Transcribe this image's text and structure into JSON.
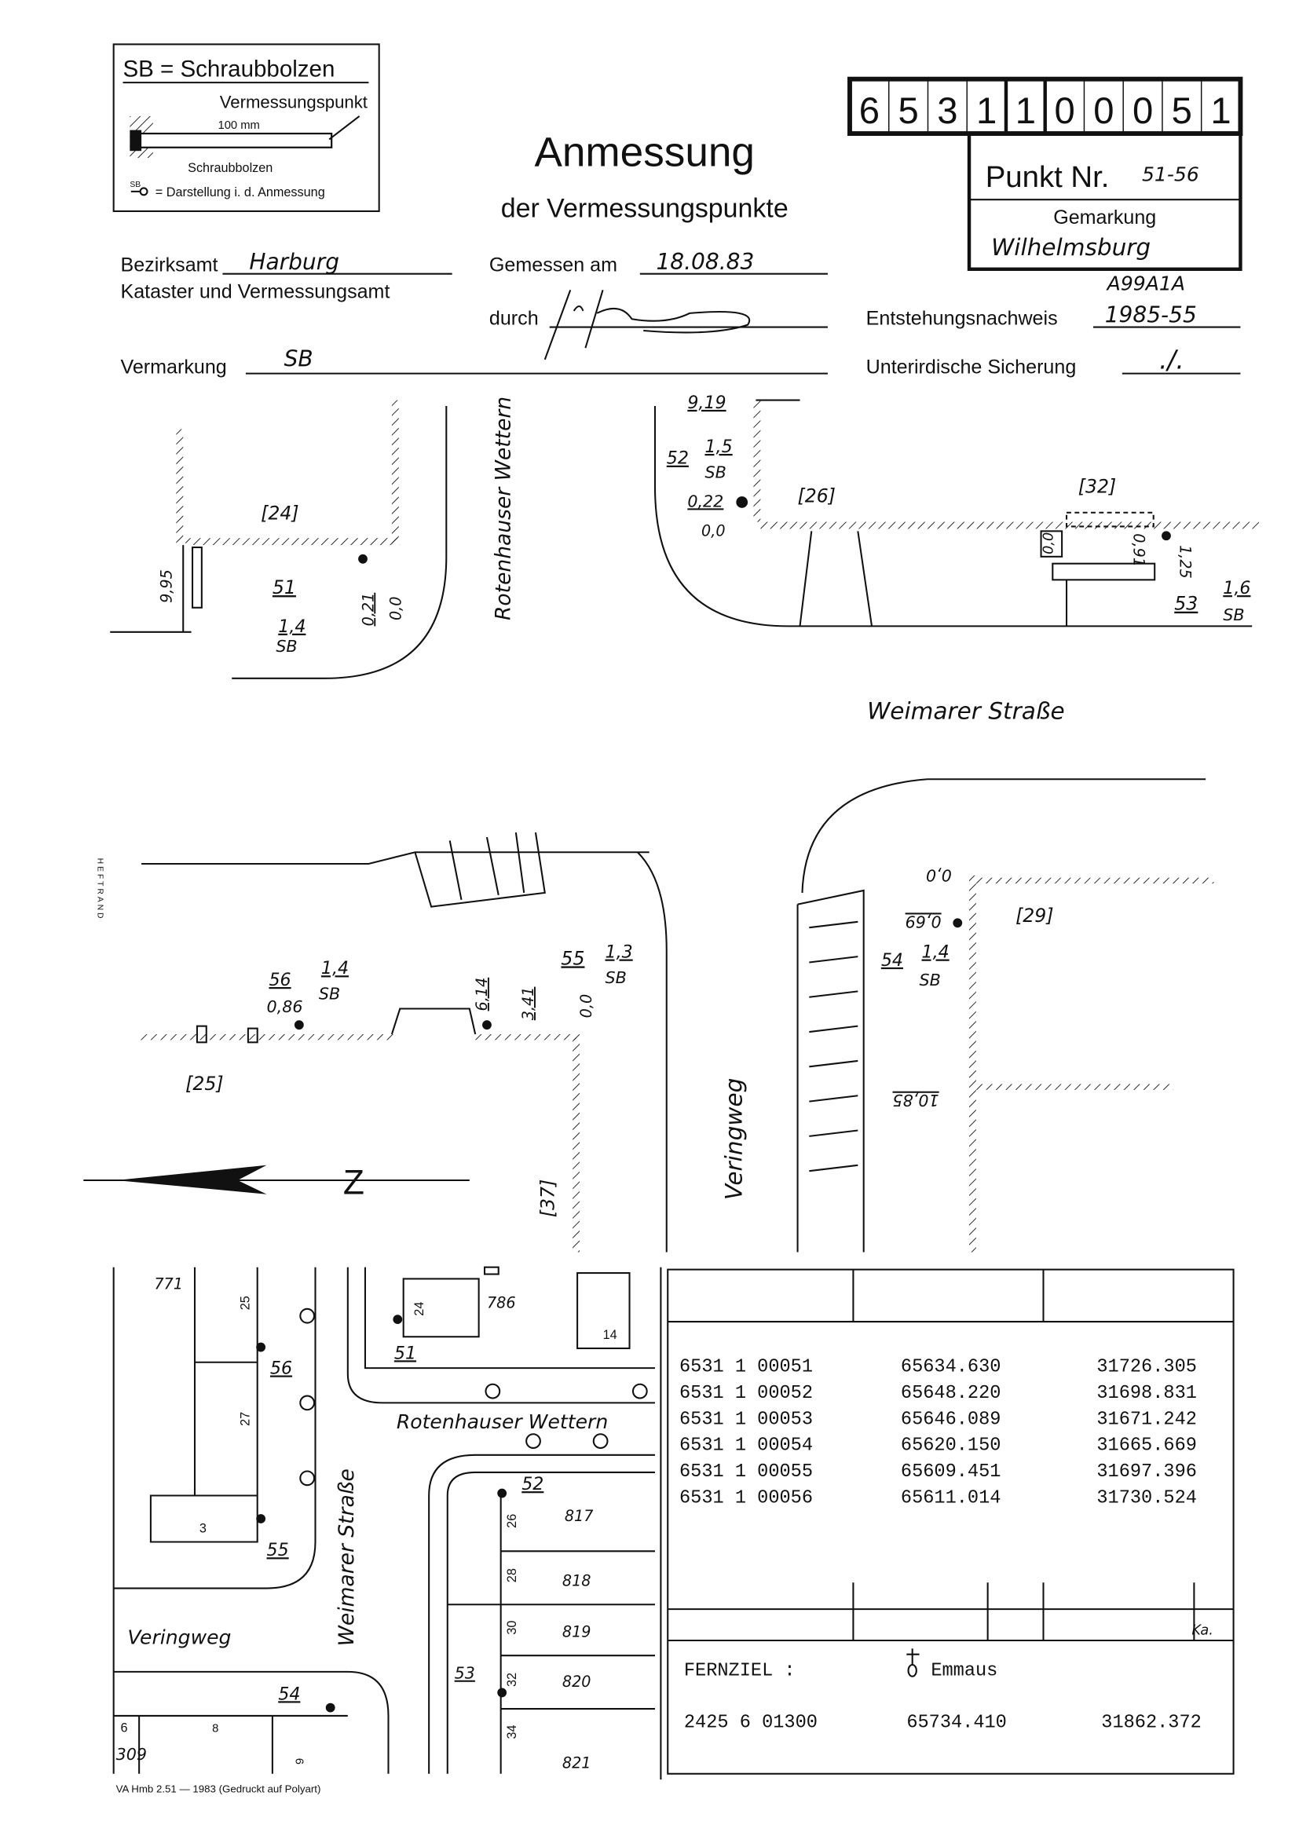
{
  "legend": {
    "title": "SB = Schraubbolzen",
    "point_label": "Vermessungspunkt",
    "length_label": "100 mm",
    "bolt_label": "Schraubbolzen",
    "symbol_abbr": "SB",
    "symbol_desc": "= Darstellung i. d. Anmessung"
  },
  "header": {
    "title": "Anmessung",
    "subtitle": "der Vermessungspunkte",
    "number_digits": [
      "6",
      "5",
      "3",
      "1",
      "1",
      "0",
      "0",
      "0",
      "5",
      "1"
    ],
    "punkt_label": "Punkt Nr.",
    "punkt_value": "51-56",
    "gemarkung_label": "Gemarkung",
    "gemarkung_value": "Wilhelmsburg"
  },
  "fields": {
    "bezirksamt_label": "Bezirksamt",
    "bezirksamt_value": "Harburg",
    "kataster_label": "Kataster und Vermessungsamt",
    "gemessen_label": "Gemessen am",
    "gemessen_value": "18.08.83",
    "durch_label": "durch",
    "entstehung_label": "Entstehungsnachweis",
    "entstehung_value": "1985-55",
    "entstehung_note": "A99A1A",
    "vermarkung_label": "Vermarkung",
    "vermarkung_value": "SB",
    "unterirdisch_label": "Unterirdische Sicherung",
    "unterirdisch_value": "./."
  },
  "sketch": {
    "b24": "[24]",
    "p51": "51",
    "p51_mark": "1,4",
    "p51_sb": "SB",
    "d995": "9,95",
    "d021": "0,21",
    "d00a": "0,0",
    "street_rot": "Rotenhauser Wettern",
    "d919": "9,19",
    "p52": "52",
    "p52_mark": "1,5",
    "p52_sb": "SB",
    "d022": "0,22",
    "d00b": "0,0",
    "b26": "[26]",
    "b32": "[32]",
    "d00c": "0,0",
    "d091": "0,91",
    "d125": "1,25",
    "p53": "53",
    "p53_mark": "1,6",
    "p53_sb": "SB",
    "street_weimarer": "Weimarer Straße",
    "d00d": "0,0",
    "d069": "0,69",
    "b29": "[29]",
    "p54": "54",
    "p54_mark": "1,4",
    "p54_sb": "SB",
    "d1085": "10,85",
    "street_vering": "Veringweg",
    "p56": "56",
    "p56_mark": "1,4",
    "p56_sb": "SB",
    "d086": "0,86",
    "b25": "[25]",
    "d614": "6,14",
    "d341": "3,41",
    "p55": "55",
    "p55_mark": "1,3",
    "p55_sb": "SB",
    "d00e": "0,0",
    "b37": "[37]",
    "north": "Z",
    "heftrand": "HEFTRAND"
  },
  "map": {
    "l771": "771",
    "l25": "25",
    "l56": "56",
    "l27": "27",
    "l3": "3",
    "l55": "55",
    "l24": "24",
    "l786": "786",
    "l14": "14",
    "l51": "51",
    "street_rot": "Rotenhauser Wettern",
    "street_weimarer": "Weimarer Straße",
    "street_vering": "Veringweg",
    "l52": "52",
    "l26": "26",
    "l817": "817",
    "l28": "28",
    "l818": "818",
    "l30": "30",
    "l819": "819",
    "l53": "53",
    "l32": "32",
    "l820": "820",
    "l34": "34",
    "l821": "821",
    "l54": "54",
    "l6": "6",
    "l309": "309",
    "l8": "8",
    "l9": "9"
  },
  "coordinates": {
    "rows": [
      {
        "id": "6531 1 00051",
        "x": "65634.630",
        "y": "31726.305"
      },
      {
        "id": "6531 1 00052",
        "x": "65648.220",
        "y": "31698.831"
      },
      {
        "id": "6531 1 00053",
        "x": "65646.089",
        "y": "31671.242"
      },
      {
        "id": "6531 1 00054",
        "x": "65620.150",
        "y": "31665.669"
      },
      {
        "id": "6531 1 00055",
        "x": "65609.451",
        "y": "31697.396"
      },
      {
        "id": "6531 1 00056",
        "x": "65611.014",
        "y": "31730.524"
      }
    ],
    "fernziel_label": "FERNZIEL   :",
    "fernziel_name": "Emmaus",
    "fernziel_id": "2425 6 01300",
    "fernziel_x": "65734.410",
    "fernziel_y": "31862.372",
    "initials": "Ka."
  },
  "footer": "VA Hmb 2.51 — 1983 (Gedruckt auf Polyart)"
}
